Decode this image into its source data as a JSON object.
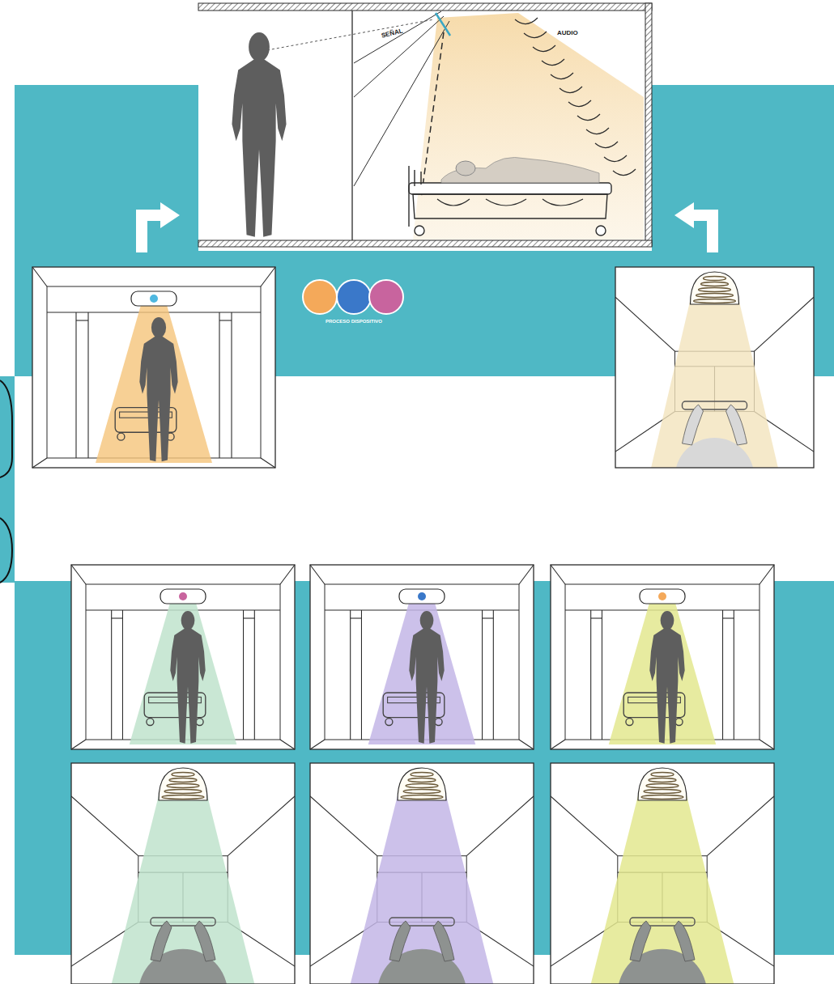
{
  "diagram": {
    "labels": [
      "SEÑAL",
      "AUDIO",
      "PROCESO DISPOSITIVO"
    ]
  }
}
